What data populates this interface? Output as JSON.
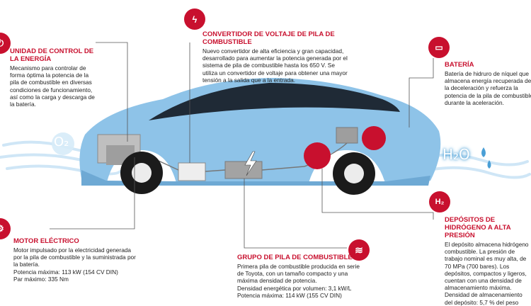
{
  "callouts": {
    "control": {
      "title": "UNIDAD DE CONTROL DE LA ENERGÍA",
      "body": "Mecanismo para controlar de forma óptima la potencia de la pila de combustible en diversas condiciones de funcionamiento, así como la carga y descarga de la batería."
    },
    "converter": {
      "title": "CONVERTIDOR DE VOLTAJE DE PILA DE COMBUSTIBLE",
      "body": "Nuevo convertidor de alta eficiencia y gran capacidad, desarrollado para aumentar la potencia generada por el sistema de pila de combustible hasta los 650 V. Se utiliza un convertidor de voltaje para obtener una mayor tensión a la salida que a la entrada."
    },
    "battery": {
      "title": "BATERÍA",
      "body": "Batería de hidruro de níquel que almacena energía recuperada de la deceleración y refuerza la potencia de la pila de combustible durante la aceleración."
    },
    "motor": {
      "title": "MOTOR ELÉCTRICO",
      "body": "Motor impulsado por la electricidad generada por la pila de combustible y la suministrada por la batería.",
      "spec1": "Potencia máxima: 113 kW (154 CV DIN)",
      "spec2": "Par máximo: 335 Nm"
    },
    "stack": {
      "title": "GRUPO DE PILA DE COMBUSTIBLE",
      "body": "Primera pila de combustible producida en serie de Toyota, con un tamaño compacto y una máxima densidad de potencia.",
      "spec1": "Densidad energética por volumen: 3,1 kW/L",
      "spec2": "Potencia máxima: 114 kW (155 CV DIN)"
    },
    "tanks": {
      "title": "DEPÓSITOS DE HIDRÓGENO A ALTA PRESIÓN",
      "body": "El depósito almacena hidrógeno combustible. La presión de trabajo nominal es muy alta, de 70 MPa (700 bares). Los depósitos, compactos y ligeros, cuentan con una densidad de almacenamiento máxima.",
      "spec1": "Densidad de almacenamiento del depósito: 5,7 % del peso"
    }
  },
  "molecules": {
    "oxygen": "O₂",
    "water": "H₂O",
    "hydrogen_badge": "H₂"
  },
  "colors": {
    "accent": "#c8102e",
    "car_body": "#8ec3e8",
    "glass": "#1f2a36",
    "air": "#cfe6f6"
  }
}
